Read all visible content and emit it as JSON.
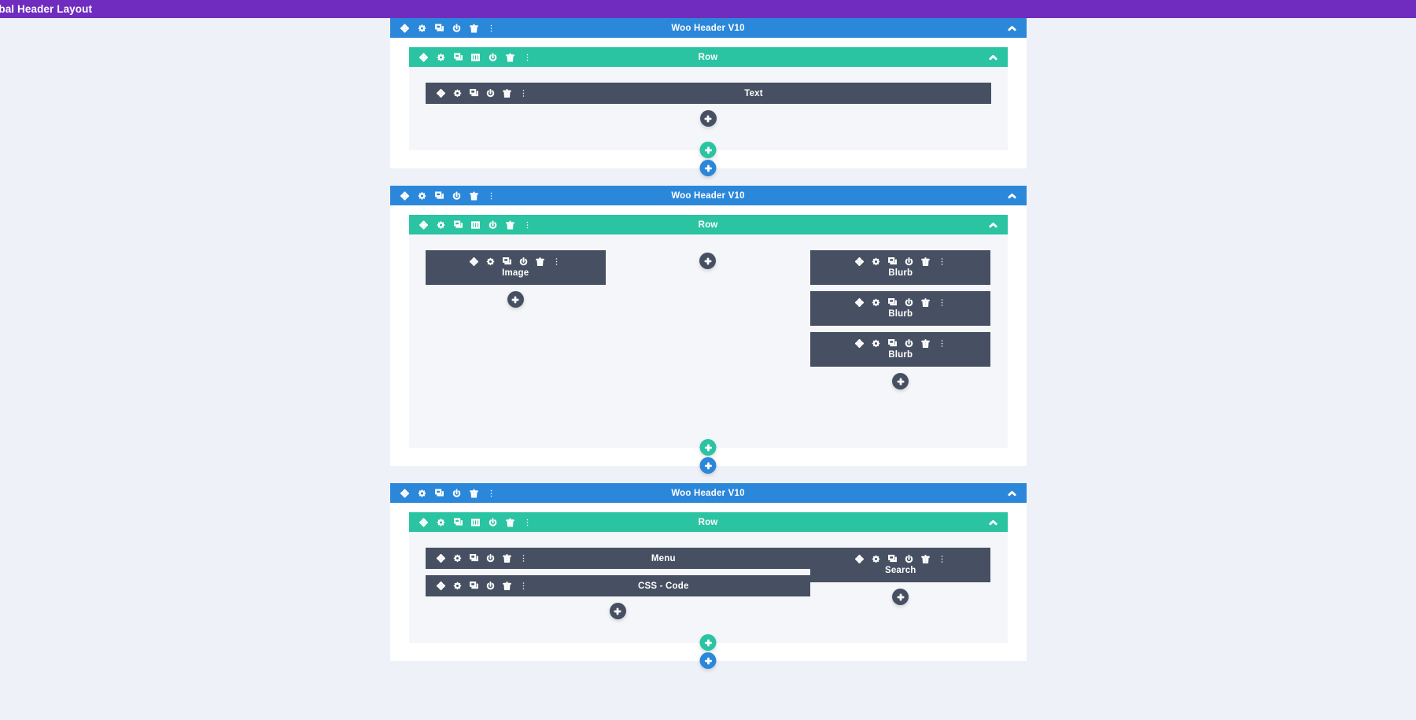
{
  "admin_bar": {
    "title": "obal Header Layout",
    "bg_color": "#6f2cbf"
  },
  "colors": {
    "section": "#2b87da",
    "row": "#2bc4a2",
    "module": "#475062",
    "page_bg": "#eef1f7",
    "row_bg": "#f4f6fa",
    "section_bg": "#ffffff"
  },
  "labels": {
    "section_title": "Woo Header V10",
    "row_title": "Row",
    "add_module": "+",
    "add_row": "+",
    "add_section": "+"
  },
  "icons": {
    "move": "move-icon",
    "settings": "gear-icon",
    "duplicate": "duplicate-icon",
    "columns": "columns-icon",
    "power": "power-icon",
    "trash": "trash-icon",
    "more": "more-vertical-icon",
    "collapse": "chevron-up-icon",
    "plus": "plus-icon"
  },
  "sections": [
    {
      "title": "Woo Header V10",
      "rows": [
        {
          "title": "Row",
          "columns": [
            {
              "width_pct": 100,
              "modules": [
                {
                  "label": "Text",
                  "layout": "inline"
                }
              ],
              "has_add": true
            }
          ]
        }
      ]
    },
    {
      "title": "Woo Header V10",
      "rows": [
        {
          "title": "Row",
          "columns": [
            {
              "width_pct": 30,
              "modules": [
                {
                  "label": "Image",
                  "layout": "stack"
                }
              ],
              "has_add": true
            },
            {
              "width_pct": 34,
              "modules": [],
              "has_add": true
            },
            {
              "width_pct": 30,
              "modules": [
                {
                  "label": "Blurb",
                  "layout": "stack"
                },
                {
                  "label": "Blurb",
                  "layout": "stack"
                },
                {
                  "label": "Blurb",
                  "layout": "stack"
                }
              ],
              "has_add": true
            }
          ]
        }
      ]
    },
    {
      "title": "Woo Header V10",
      "rows": [
        {
          "title": "Row",
          "columns": [
            {
              "width_pct": 64,
              "modules": [
                {
                  "label": "Menu",
                  "layout": "inline"
                },
                {
                  "label": "CSS - Code",
                  "layout": "inline"
                }
              ],
              "has_add": true
            },
            {
              "width_pct": 30,
              "modules": [
                {
                  "label": "Search",
                  "layout": "stack"
                }
              ],
              "has_add": true
            }
          ]
        }
      ]
    }
  ]
}
